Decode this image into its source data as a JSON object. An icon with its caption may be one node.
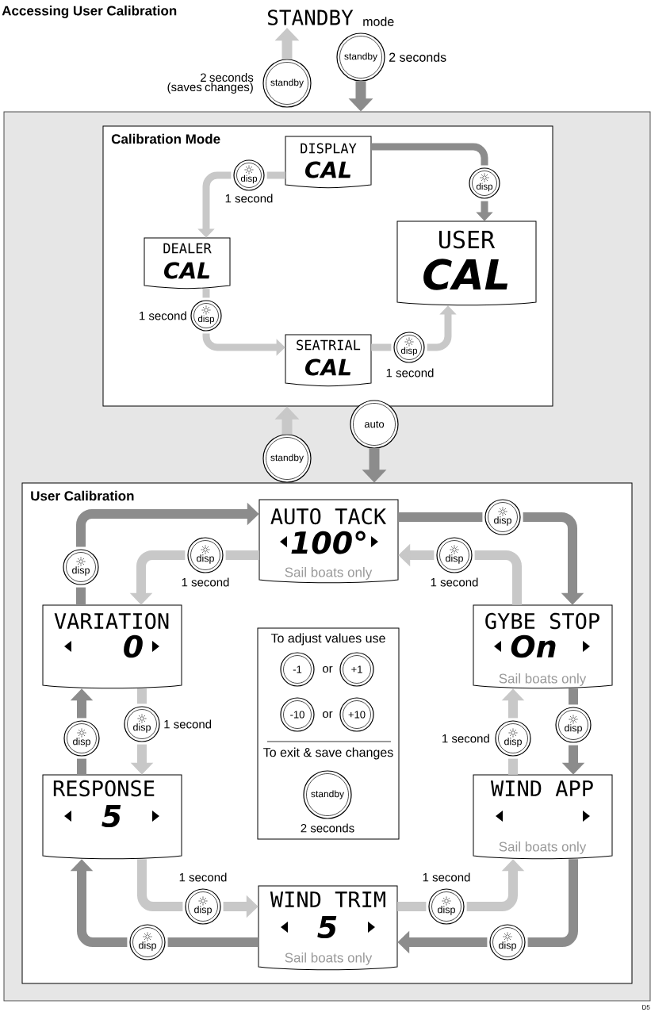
{
  "diagram": {
    "title": "Accessing User Calibration",
    "nodes": [
      {
        "text": [
          "STANDBY"
        ],
        "beside": [
          "mode"
        ]
      },
      {
        "text": [
          "standby"
        ],
        "beside": [
          "2 seconds"
        ]
      },
      {
        "text": [
          "standby"
        ],
        "beside": [
          "2 seconds (saves changes)"
        ]
      },
      {
        "text": [],
        "shape": "box"
      },
      {
        "text": [
          "Calibration Mode"
        ],
        "in": 3
      },
      {
        "text": [
          "DISPLAY",
          "CAL"
        ],
        "in": 4
      },
      {
        "text": [
          "disp"
        ],
        "beside": [
          "1 second"
        ],
        "in": 4
      },
      {
        "text": [
          "disp"
        ],
        "in": 4
      },
      {
        "text": [
          "DEALER",
          "CAL"
        ],
        "in": 4
      },
      {
        "text": [
          "USER",
          "CAL"
        ],
        "in": 4
      },
      {
        "text": [
          "disp"
        ],
        "beside": [
          "1 second"
        ],
        "in": 4
      },
      {
        "text": [
          "SEATRIAL",
          "CAL"
        ],
        "in": 4
      },
      {
        "text": [
          "disp"
        ],
        "beside": [
          "1 second"
        ],
        "in": 4
      },
      {
        "text": [
          "auto"
        ],
        "in": 3
      },
      {
        "text": [
          "standby"
        ],
        "in": 3
      },
      {
        "text": [
          "User Calibration"
        ],
        "in": 3
      },
      {
        "text": [
          "AUTO TACK",
          "100°",
          "Sail boats only"
        ],
        "in": 15
      },
      {
        "text": [
          "disp"
        ],
        "in": 15
      },
      {
        "text": [
          "disp"
        ],
        "beside": [
          "1 second"
        ],
        "in": 15
      },
      {
        "text": [
          "disp"
        ],
        "in": 15
      },
      {
        "text": [
          "disp"
        ],
        "beside": [
          "1 second"
        ],
        "in": 15
      },
      {
        "text": [
          "VARIATION",
          "0"
        ],
        "in": 15
      },
      {
        "text": [
          "GYBE STOP",
          "On",
          "Sail boats only"
        ],
        "in": 15
      },
      {
        "text": [
          "To adjust values use",
          "To exit & save changes"
        ],
        "in": 15
      },
      {
        "text": [
          "-1"
        ],
        "in": 23
      },
      {
        "text": [
          "+1"
        ],
        "in": 23
      },
      {
        "text": [
          "-10"
        ],
        "in": 23
      },
      {
        "text": [
          "+10"
        ],
        "in": 23
      },
      {
        "text": [
          "standby"
        ],
        "beside": [
          "2 seconds"
        ],
        "in": 23
      },
      {
        "text": [
          "disp"
        ],
        "beside": [
          "1 second"
        ],
        "in": 15
      },
      {
        "text": [
          "disp"
        ],
        "in": 15
      },
      {
        "text": [
          "disp"
        ],
        "in": 15
      },
      {
        "text": [
          "disp"
        ],
        "beside": [
          "1 second"
        ],
        "in": 15
      },
      {
        "text": [
          "RESPONSE",
          "5"
        ],
        "in": 15
      },
      {
        "text": [
          "WIND APP",
          "Sail boats only"
        ],
        "in": 15
      },
      {
        "text": [
          "disp"
        ],
        "beside": [
          "1 second"
        ],
        "in": 15
      },
      {
        "text": [
          "disp"
        ],
        "beside": [
          "1 second"
        ],
        "in": 15
      },
      {
        "text": [
          "WIND TRIM",
          "5",
          "Sail boats only"
        ],
        "in": 15
      },
      {
        "text": [
          "disp"
        ],
        "in": 15
      },
      {
        "text": [
          "disp"
        ],
        "in": 15
      }
    ],
    "edges": [
      {
        "from": 1,
        "to": 3,
        "arrow": "to",
        "color": "#8c8c8c"
      },
      {
        "from": 2,
        "to": 0,
        "arrow": "to"
      },
      {
        "from": 5,
        "to": 6,
        "arrow": "none"
      },
      {
        "from": 6,
        "to": 8,
        "arrow": "to"
      },
      {
        "from": 5,
        "to": 7,
        "arrow": "none",
        "color": "#8c8c8c"
      },
      {
        "from": 7,
        "to": 9,
        "arrow": "to",
        "color": "#8c8c8c"
      },
      {
        "from": 8,
        "to": 10,
        "arrow": "none"
      },
      {
        "from": 10,
        "to": 11,
        "arrow": "to"
      },
      {
        "from": 11,
        "to": 12,
        "arrow": "none"
      },
      {
        "from": 12,
        "to": 9,
        "arrow": "to"
      },
      {
        "from": 13,
        "to": 15,
        "arrow": "to",
        "color": "#8c8c8c"
      },
      {
        "from": 14,
        "to": 4,
        "arrow": "to"
      },
      {
        "from": 21,
        "to": 17,
        "arrow": "none",
        "color": "#8c8c8c"
      },
      {
        "from": 17,
        "to": 16,
        "arrow": "to",
        "color": "#8c8c8c"
      },
      {
        "from": 16,
        "to": 18,
        "arrow": "none"
      },
      {
        "from": 18,
        "to": 21,
        "arrow": "to"
      },
      {
        "from": 16,
        "to": 19,
        "arrow": "none",
        "color": "#8c8c8c"
      },
      {
        "from": 19,
        "to": 22,
        "arrow": "to",
        "color": "#8c8c8c"
      },
      {
        "from": 22,
        "to": 20,
        "arrow": "none"
      },
      {
        "from": 20,
        "to": 16,
        "arrow": "to"
      },
      {
        "from": 21,
        "to": 29,
        "arrow": "none"
      },
      {
        "from": 29,
        "to": 33,
        "arrow": "to"
      },
      {
        "from": 33,
        "to": 30,
        "arrow": "none",
        "color": "#8c8c8c"
      },
      {
        "from": 30,
        "to": 21,
        "arrow": "to",
        "color": "#8c8c8c"
      },
      {
        "from": 22,
        "to": 31,
        "arrow": "none",
        "color": "#8c8c8c"
      },
      {
        "from": 31,
        "to": 34,
        "arrow": "to",
        "color": "#8c8c8c"
      },
      {
        "from": 34,
        "to": 32,
        "arrow": "none"
      },
      {
        "from": 32,
        "to": 22,
        "arrow": "to"
      },
      {
        "from": 33,
        "to": 35,
        "arrow": "none"
      },
      {
        "from": 35,
        "to": 37,
        "arrow": "to"
      },
      {
        "from": 37,
        "to": 38,
        "arrow": "none",
        "color": "#8c8c8c"
      },
      {
        "from": 38,
        "to": 33,
        "arrow": "to",
        "color": "#8c8c8c"
      },
      {
        "from": 37,
        "to": 36,
        "arrow": "none"
      },
      {
        "from": 36,
        "to": 34,
        "arrow": "to"
      },
      {
        "from": 34,
        "to": 39,
        "arrow": "none",
        "color": "#8c8c8c"
      },
      {
        "from": 39,
        "to": 37,
        "arrow": "to",
        "color": "#8c8c8c"
      }
    ],
    "labels": [
      "or",
      "or",
      "D5"
    ]
  }
}
